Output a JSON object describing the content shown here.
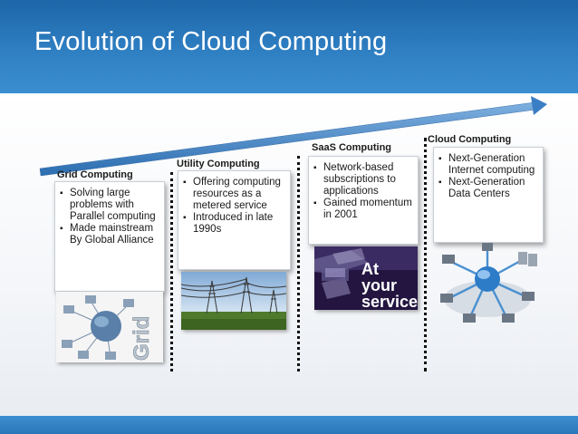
{
  "slide": {
    "title": "Evolution of Cloud Computing"
  },
  "stages": [
    {
      "title": "Grid Computing",
      "bullets": [
        "Solving large problems with Parallel computing",
        "Made mainstream By Global Alliance"
      ],
      "image": {
        "kind": "grid-network-illustration",
        "text": "Grid"
      }
    },
    {
      "title": "Utility Computing",
      "bullets": [
        "Offering computing resources as a metered service",
        "Introduced in late 1990s"
      ],
      "image": {
        "kind": "power-lines-photo"
      }
    },
    {
      "title": "SaaS Computing",
      "bullets": [
        "Network-based subscriptions to applications",
        "Gained momentum in 2001"
      ],
      "image": {
        "kind": "at-your-service-ad",
        "text": "At your service."
      }
    },
    {
      "title": "Cloud Computing",
      "bullets": [
        "Next-Generation Internet computing",
        "Next-Generation Data Centers"
      ],
      "image": {
        "kind": "cloud-network-illustration"
      }
    }
  ],
  "colors": {
    "header": "#2f7fc3",
    "arrow": "#3a7ec4",
    "divider": "#111111"
  }
}
